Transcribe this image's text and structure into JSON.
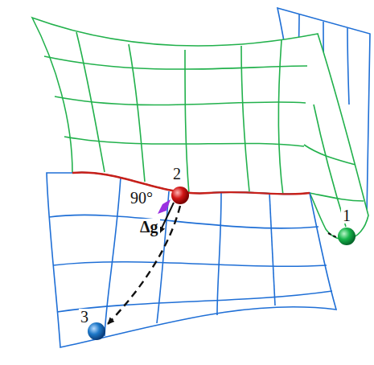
{
  "diagram": {
    "labels": [
      "1",
      "2",
      "3",
      "90°",
      "Δg"
    ]
  }
}
